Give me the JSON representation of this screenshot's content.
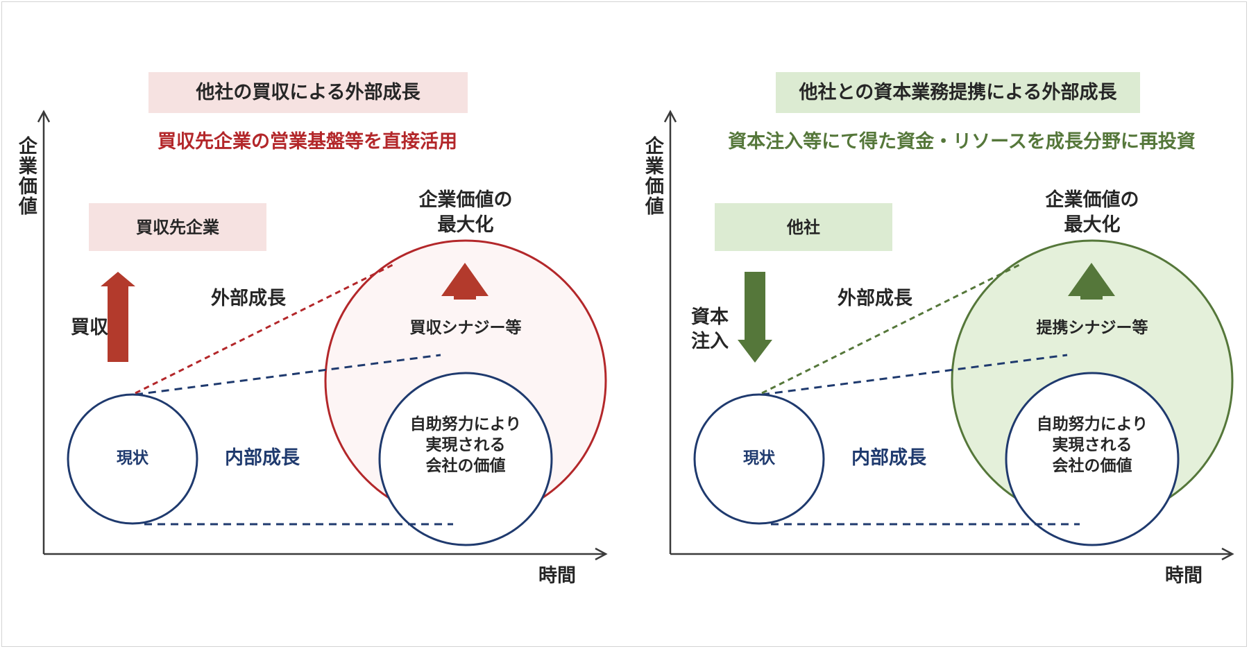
{
  "colors": {
    "navy": "#1f3a6e",
    "red": "#b3272a",
    "red_fill": "#fdf5f5",
    "red_box": "#f6e2e1",
    "green": "#55773a",
    "green_fill": "#e4f0da",
    "green_box": "#dcebd2",
    "axis": "#3a3a3a"
  },
  "panels": [
    {
      "id": "acquisition",
      "title": "他社の買収による外部成長",
      "subtitle": "買収先企業の営業基盤等を直接活用",
      "y_axis_label": "企業価値",
      "x_axis_label": "時間",
      "other_company_label": "買収先企業",
      "action_label": "買収",
      "external_growth_label": "外部成長",
      "internal_growth_label": "内部成長",
      "current_label": "現状",
      "synergy_label": "買収シナジー等",
      "self_effort_label": "自助努力により\n実現される\n会社の価値",
      "max_value_label": "企業価値の\n最大化",
      "arrow_direction": "up"
    },
    {
      "id": "alliance",
      "title": "他社との資本業務提携による外部成長",
      "subtitle": "資本注入等にて得た資金・リソースを成長分野に再投資",
      "y_axis_label": "企業価値",
      "x_axis_label": "時間",
      "other_company_label": "他社",
      "action_label": "資本\n注入",
      "external_growth_label": "外部成長",
      "internal_growth_label": "内部成長",
      "current_label": "現状",
      "synergy_label": "提携シナジー等",
      "self_effort_label": "自助努力により\n実現される\n会社の価値",
      "max_value_label": "企業価値の\n最大化",
      "arrow_direction": "down"
    }
  ]
}
